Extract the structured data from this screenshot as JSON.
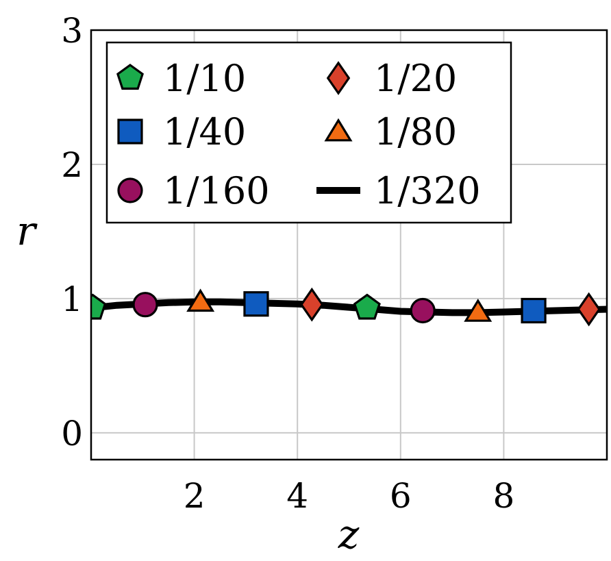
{
  "chart_data": {
    "type": "line",
    "title": "",
    "xlabel": "z",
    "ylabel": "r",
    "xlim": [
      0,
      10
    ],
    "ylim": [
      -0.2,
      3
    ],
    "xticks": [
      2,
      4,
      6,
      8
    ],
    "xtick_labels": [
      "2",
      "4",
      "6",
      "8"
    ],
    "yticks": [
      0,
      1,
      2,
      3
    ],
    "ytick_labels": [
      "0",
      "1",
      "2",
      "3"
    ],
    "grid": true,
    "legend_position": "top-left",
    "legend_columns": 2,
    "line": {
      "name": "1/320",
      "color": "#000000",
      "x": [
        0,
        0.5,
        1,
        1.5,
        2,
        2.5,
        3,
        3.5,
        4,
        4.5,
        5,
        5.5,
        6,
        6.5,
        7,
        7.5,
        8,
        8.5,
        9,
        9.5,
        10
      ],
      "y": [
        0.93,
        0.95,
        0.96,
        0.97,
        0.975,
        0.975,
        0.97,
        0.965,
        0.96,
        0.95,
        0.935,
        0.92,
        0.905,
        0.9,
        0.895,
        0.895,
        0.9,
        0.905,
        0.91,
        0.915,
        0.92
      ]
    },
    "series": [
      {
        "name": "1/10",
        "marker": "pentagon",
        "color": "#1aab4b",
        "points": [
          [
            0.03,
            0.93
          ],
          [
            5.35,
            0.93
          ]
        ]
      },
      {
        "name": "1/20",
        "marker": "diamond",
        "color": "#d9412b",
        "points": [
          [
            4.28,
            0.955
          ],
          [
            9.65,
            0.92
          ]
        ]
      },
      {
        "name": "1/40",
        "marker": "square",
        "color": "#0f5bbf",
        "points": [
          [
            3.2,
            0.96
          ],
          [
            8.58,
            0.91
          ]
        ]
      },
      {
        "name": "1/80",
        "marker": "triangle",
        "color": "#f26b12",
        "points": [
          [
            2.12,
            0.975
          ],
          [
            7.5,
            0.9
          ]
        ]
      },
      {
        "name": "1/160",
        "marker": "circle",
        "color": "#98105e",
        "points": [
          [
            1.05,
            0.955
          ],
          [
            6.43,
            0.91
          ]
        ]
      }
    ],
    "legend": [
      {
        "name": "1/10",
        "marker": "pentagon",
        "color": "#1aab4b"
      },
      {
        "name": "1/20",
        "marker": "diamond",
        "color": "#d9412b"
      },
      {
        "name": "1/40",
        "marker": "square",
        "color": "#0f5bbf"
      },
      {
        "name": "1/80",
        "marker": "triangle",
        "color": "#f26b12"
      },
      {
        "name": "1/160",
        "marker": "circle",
        "color": "#98105e"
      },
      {
        "name": "1/320",
        "marker": "line",
        "color": "#000000"
      }
    ]
  }
}
